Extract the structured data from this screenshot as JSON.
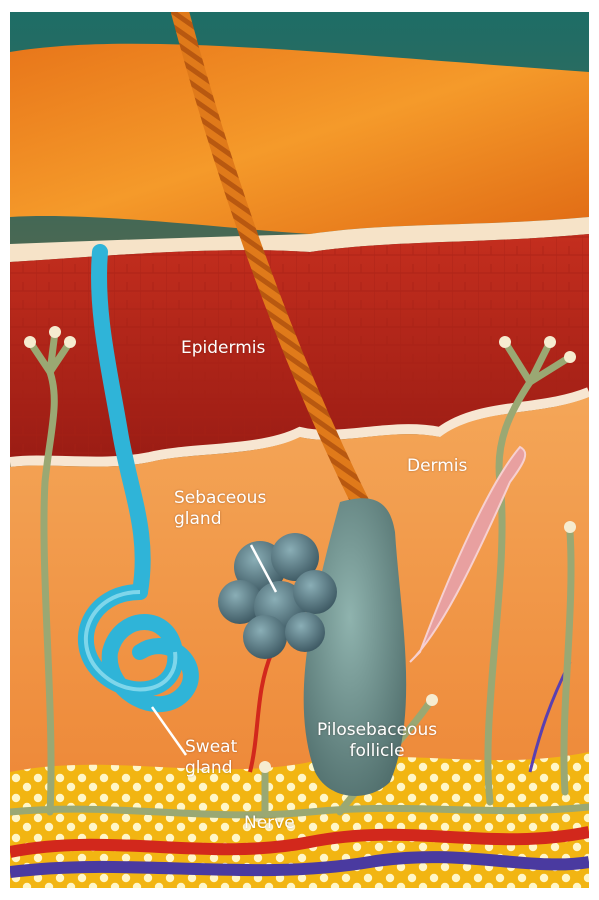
{
  "labels": {
    "epidermis": "Epidermis",
    "dermis": "Dermis",
    "sebaceous_line1": "Sebaceous",
    "sebaceous_line2": "gland",
    "pilosebaceous_line1": "Pilosebaceous",
    "pilosebaceous_line2": "follicle",
    "sweat_line1": "Sweat",
    "sweat_line2": "gland",
    "nerve": "Nerve"
  },
  "colors": {
    "skin_surface": "#f08a1c",
    "epidermis": "#b8281c",
    "dermis": "#f29a4a",
    "fat": "#f4c21a",
    "sweat_duct": "#2fb4d8",
    "follicle": "#6e8f8e",
    "hair": "#e07a1a",
    "nerve": "#9aa873",
    "artery": "#d2281c",
    "vein": "#4a3aa0",
    "muscle": "#e8a0a0"
  }
}
